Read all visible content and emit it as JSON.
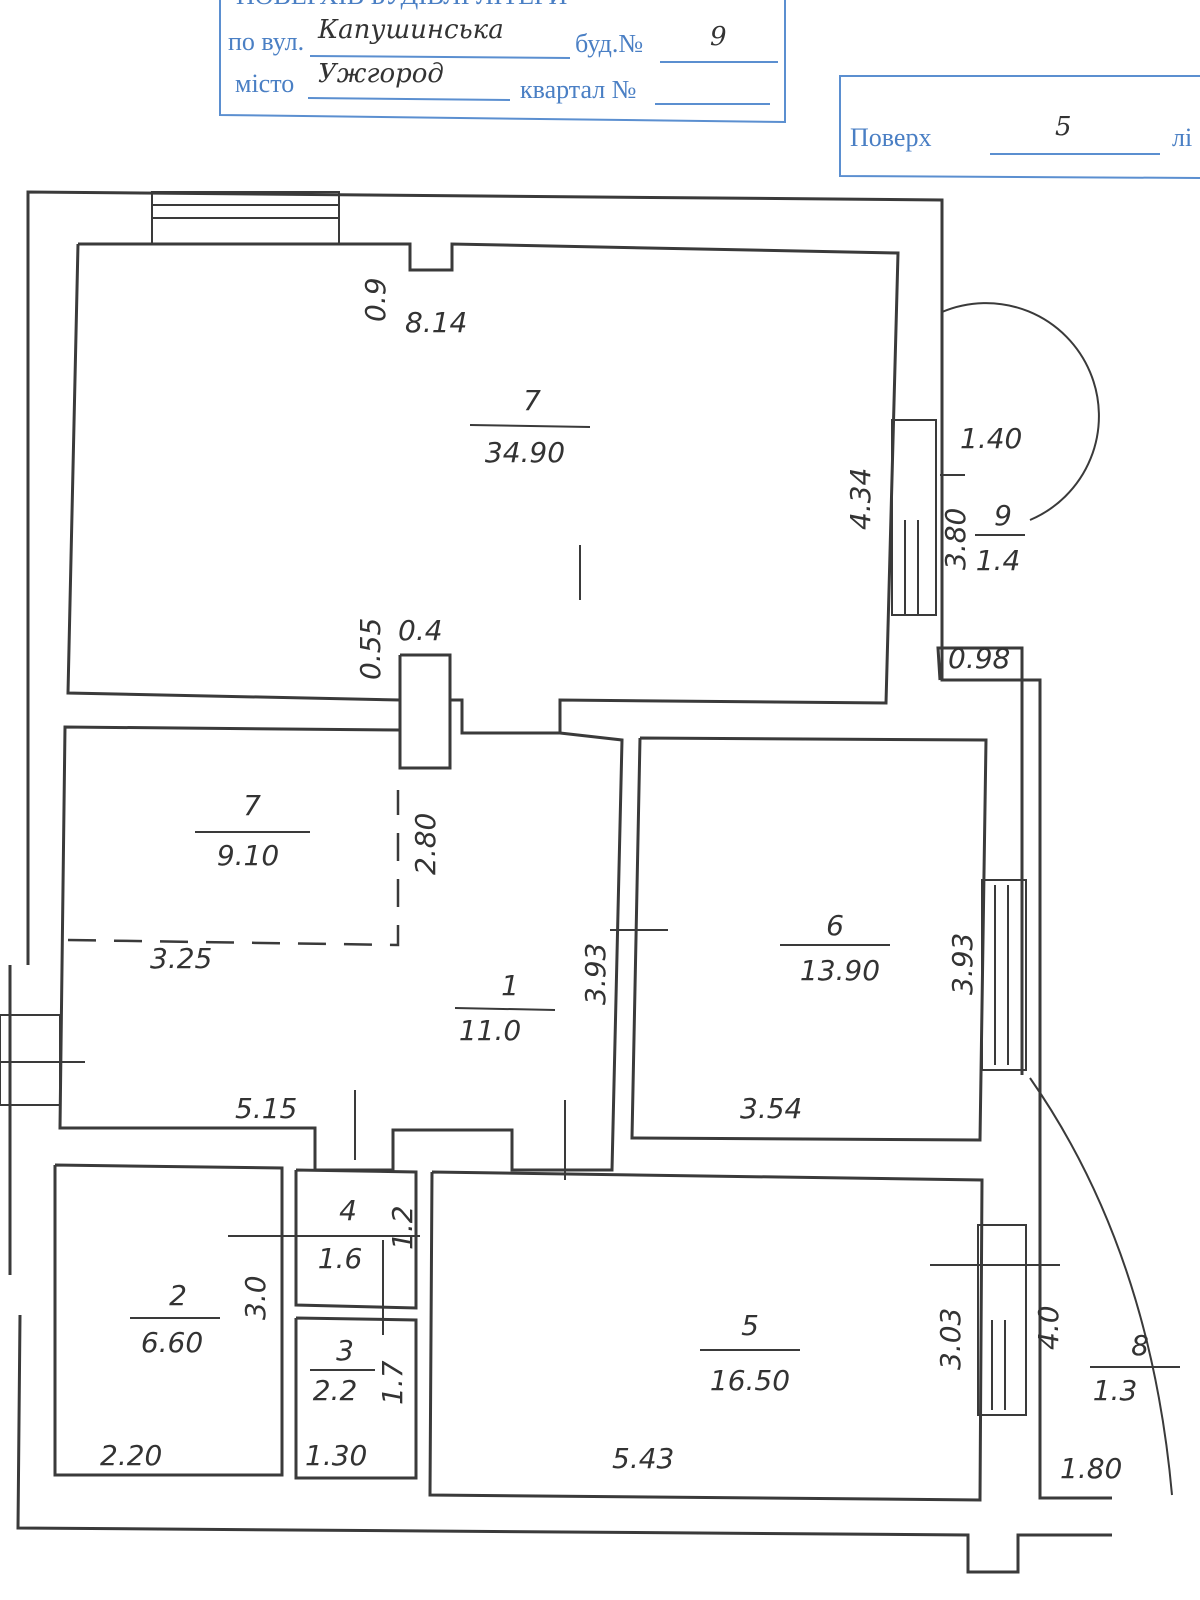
{
  "stamp_left": {
    "header_partial": "ПОВЕРХІВ БУДІВЛІ ЛІТЕРИ",
    "street_label": "по вул.",
    "street_value": "Капушинська",
    "building_label": "буд.№",
    "building_value": "9",
    "city_label": "місто",
    "city_value": "Ужгород",
    "block_label": "квартал №"
  },
  "stamp_right": {
    "floor_label": "Поверх",
    "floor_value": "5",
    "sheet_partial": "лі"
  },
  "rooms": [
    {
      "number": "7",
      "area": "34.90"
    },
    {
      "number": "9",
      "area": "1.4"
    },
    {
      "number": "7",
      "area": "9.10"
    },
    {
      "number": "1",
      "area": "11.0"
    },
    {
      "number": "6",
      "area": "13.90"
    },
    {
      "number": "4",
      "area": "1.6"
    },
    {
      "number": "2",
      "area": "6.60"
    },
    {
      "number": "3",
      "area": "2.2"
    },
    {
      "number": "5",
      "area": "16.50"
    },
    {
      "number": "8",
      "area": "1.3"
    }
  ],
  "dimensions": [
    "0.9",
    "8.14",
    "4.34",
    "1.40",
    "3.80",
    "0.55",
    "0.4",
    "0.98",
    "2.80",
    "3.25",
    "3.93",
    "3.93",
    "5.15",
    "3.54",
    "1.2",
    "3.0",
    "1.7",
    "3.03",
    "4.0",
    "2.20",
    "1.30",
    "5.43",
    "1.80"
  ]
}
